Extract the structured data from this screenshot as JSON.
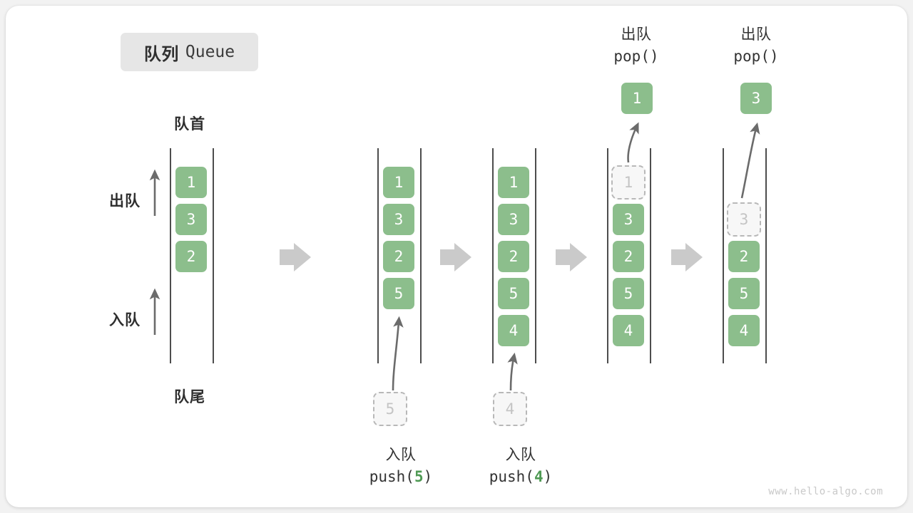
{
  "title": {
    "cn": "队列",
    "en": "Queue"
  },
  "labels": {
    "front": "队首",
    "rear": "队尾",
    "dequeue": "出队",
    "enqueue": "入队"
  },
  "watermark": "www.hello-algo.com",
  "colors": {
    "element_green": "#8cbe8c",
    "ghost_fill": "#f7f7f7",
    "ghost_border": "#b8b8b8",
    "rail": "#4d4d4d",
    "flow_arrow": "#c8c8c8",
    "text": "#2f2f2f",
    "badge_bg": "#e6e6e6",
    "watermark": "#c9c9c9"
  },
  "operations": {
    "push_5": {
      "cn": "入队",
      "call_prefix": "push(",
      "value": "5",
      "call_suffix": ")"
    },
    "push_4": {
      "cn": "入队",
      "call_prefix": "push(",
      "value": "4",
      "call_suffix": ")"
    },
    "pop_1": {
      "cn": "出队",
      "call": "pop()"
    },
    "pop_2": {
      "cn": "出队",
      "call": "pop()"
    }
  },
  "stages": [
    {
      "id": "initial",
      "items": [
        "1",
        "3",
        "2"
      ],
      "ghost_slots": [],
      "popped": null
    },
    {
      "id": "after-push-5",
      "items": [
        "1",
        "3",
        "2",
        "5"
      ],
      "ghost_slots": [],
      "incoming": "5",
      "popped": null
    },
    {
      "id": "after-push-4",
      "items": [
        "1",
        "3",
        "2",
        "5",
        "4"
      ],
      "ghost_slots": [],
      "incoming": "4",
      "popped": null
    },
    {
      "id": "after-pop-1",
      "items": [
        "3",
        "2",
        "5",
        "4"
      ],
      "ghost_slots": [
        "1"
      ],
      "popped": "1"
    },
    {
      "id": "after-pop-3",
      "items": [
        "2",
        "5",
        "4"
      ],
      "ghost_slots": [
        "3"
      ],
      "popped": "3"
    }
  ]
}
